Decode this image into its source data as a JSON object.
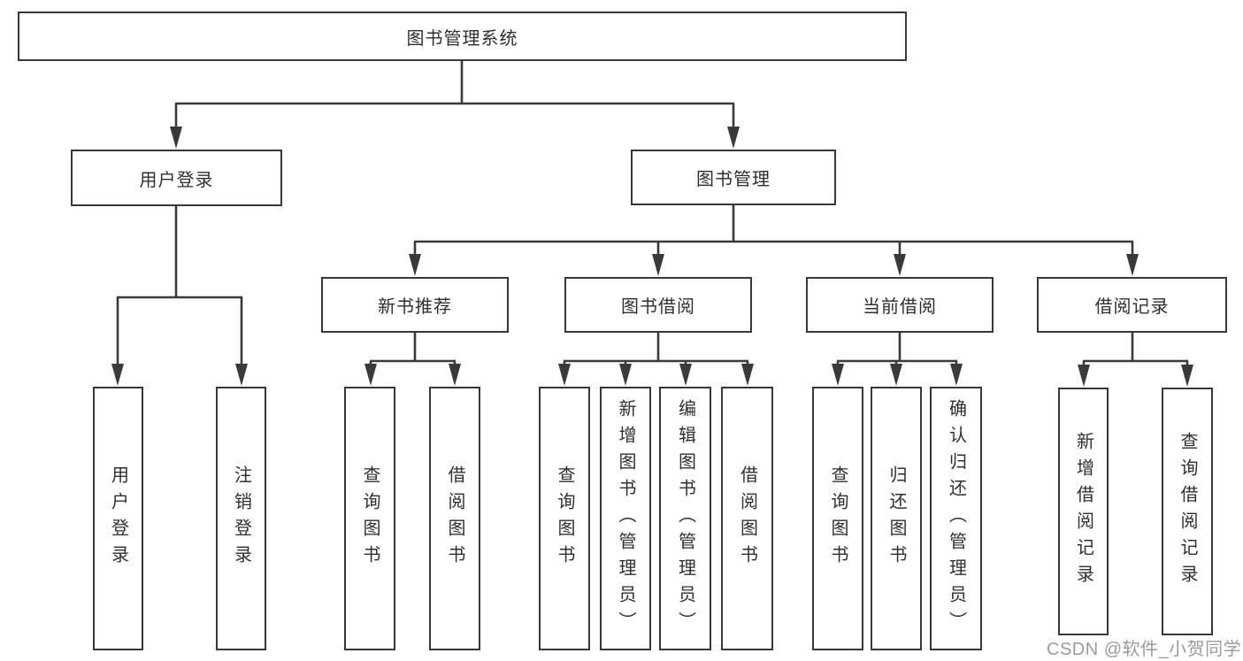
{
  "nodes": {
    "root": "图书管理系统",
    "level2": [
      "用户登录",
      "图书管理"
    ],
    "level3": [
      "新书推荐",
      "图书借阅",
      "当前借阅",
      "借阅记录"
    ],
    "leaves": [
      "用户登录",
      "注销登录",
      "查询图书",
      "借阅图书",
      "查询图书",
      "新增图书（管理员）",
      "编辑图书（管理员）",
      "借阅图书",
      "查询图书",
      "归还图书",
      "确认归还（管理员）",
      "新增借阅记录",
      "查询借阅记录"
    ]
  },
  "watermark": "CSDN @软件_小贺同学",
  "colors": {
    "line": "#3a3a3a",
    "box_border": "#383838",
    "text": "#2f2f2f",
    "background": "#ffffff",
    "watermark_text": "#9b9b9b"
  }
}
